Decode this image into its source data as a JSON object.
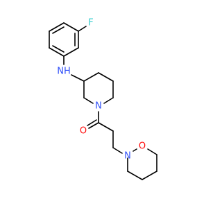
{
  "atoms": {
    "fluorine": {
      "text": "F",
      "color": "#33cccc"
    },
    "amine_nh": {
      "text": "NH",
      "color": "#3050f8"
    },
    "piperidine_n": {
      "text": "N",
      "color": "#3050f8"
    },
    "carbonyl_o": {
      "text": "O",
      "color": "#ff0d0d"
    },
    "oxazinane_o": {
      "text": "O",
      "color": "#ff0d0d"
    },
    "oxazinane_n": {
      "text": "N",
      "color": "#3050f8"
    }
  }
}
